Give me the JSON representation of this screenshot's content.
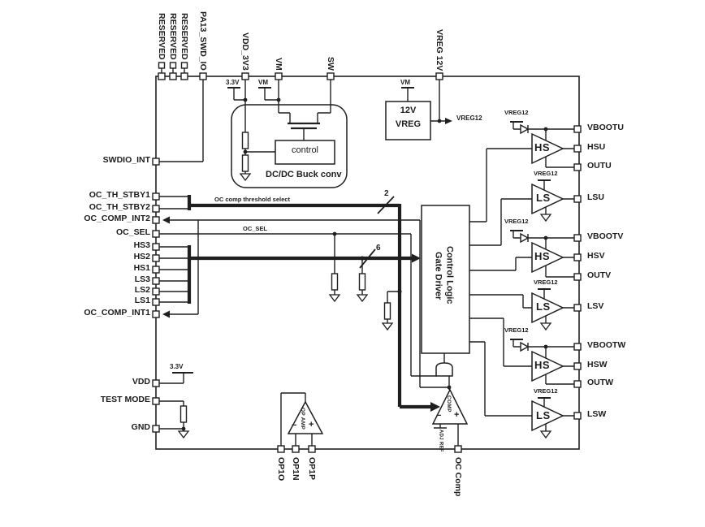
{
  "pins": {
    "top": [
      "RESERVED",
      "RESERVED",
      "RESERVED",
      "PA13_SWD_IO",
      "VDD_3V3",
      "VM",
      "SW",
      "VREG 12V"
    ],
    "left": [
      "SWDIO_INT",
      "OC_TH_STBY1",
      "OC_TH_STBY2",
      "OC_COMP_INT2",
      "OC_SEL",
      "HS3",
      "HS2",
      "HS1",
      "LS3",
      "LS2",
      "LS1",
      "OC_COMP_INT1",
      "VDD",
      "TEST MODE",
      "GND"
    ],
    "right": [
      "VBOOTU",
      "HSU",
      "OUTU",
      "LSU",
      "VBOOTV",
      "HSV",
      "OUTV",
      "LSV",
      "VBOOTW",
      "HSW",
      "OUTW",
      "LSW"
    ],
    "bottom": [
      "OP1O",
      "OP1N",
      "OP1P",
      "OC Comp"
    ]
  },
  "blocks": {
    "buck": "DC/DC Buck conv",
    "buck_control": "control",
    "vreg_line1": "12V",
    "vreg_line2": "VREG",
    "logic_line1": "Control Logic",
    "logic_line2": "Gate Driver"
  },
  "nets": {
    "v33_buck": "3.3V",
    "vm_buck": "VM",
    "vm_vreg": "VM",
    "vreg12_out": "VREG12",
    "v33_vdd": "3.3V",
    "oc_th_label": "OC comp threshold select",
    "oc_sel_label": "OC_SEL",
    "bus2": "2",
    "bus6": "6"
  },
  "drivers": [
    {
      "supply": "VREG12",
      "type": "HS"
    },
    {
      "supply": "VREG12",
      "type": "LS"
    },
    {
      "supply": "VREG12",
      "type": "HS"
    },
    {
      "supply": "VREG12",
      "type": "LS"
    },
    {
      "supply": "VREG12",
      "type": "HS"
    },
    {
      "supply": "VREG12",
      "type": "LS"
    }
  ],
  "amps": {
    "opamp": "OP AMP",
    "comp": "COMP",
    "adj_ref": "ADJ REF",
    "minus": "−",
    "plus": "+"
  },
  "colors": {
    "line": "#1f1f1f",
    "bg": "#ffffff"
  }
}
